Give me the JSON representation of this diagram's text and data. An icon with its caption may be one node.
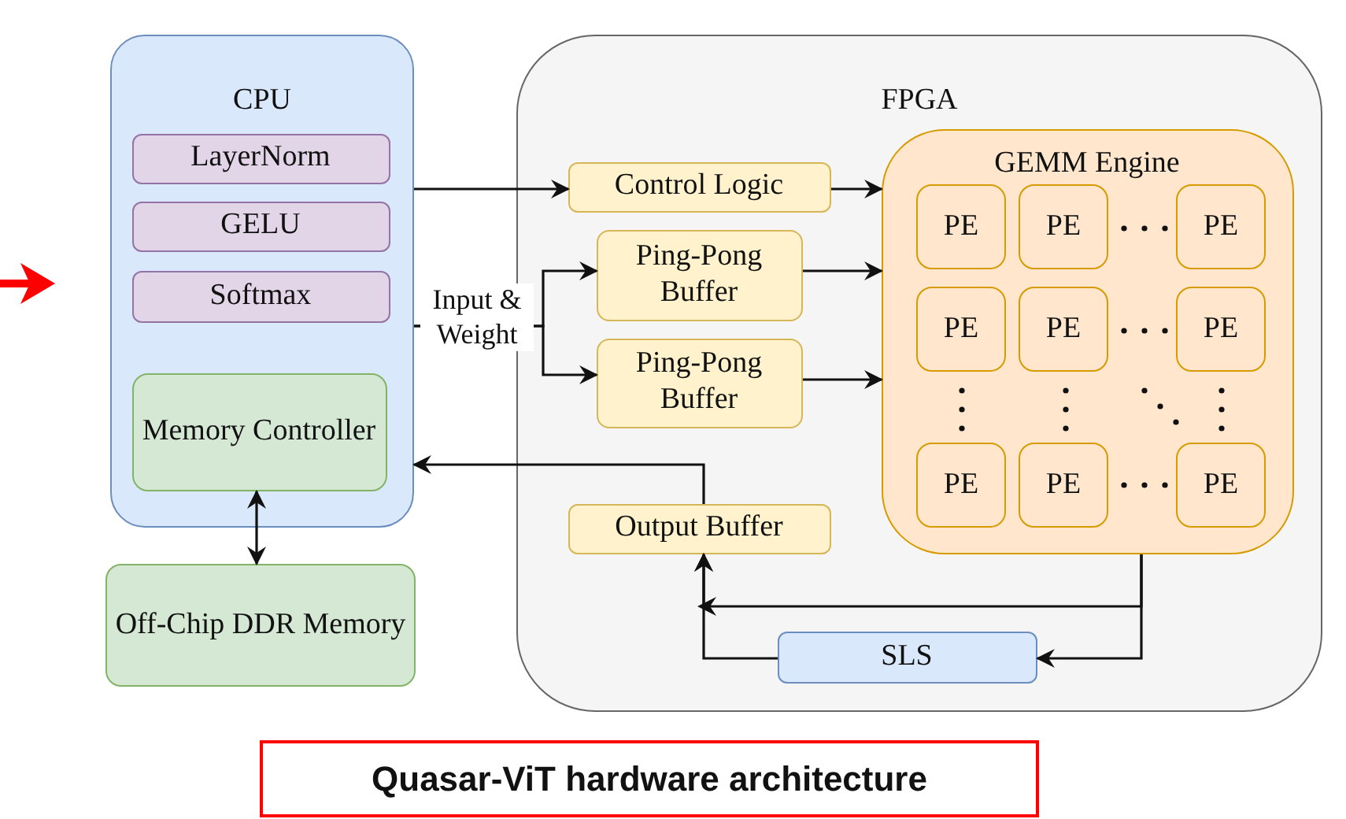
{
  "diagram": {
    "caption": "Quasar-ViT hardware architecture",
    "nodes": [
      {
        "text": [
          "CPU"
        ]
      },
      {
        "text": [
          "LayerNorm"
        ],
        "in": 0
      },
      {
        "text": [
          "GELU"
        ],
        "in": 0
      },
      {
        "text": [
          "Softmax"
        ],
        "in": 0
      },
      {
        "text": [
          "Memory Controller"
        ],
        "in": 0
      },
      {
        "text": [
          "Off-Chip DDR Memory"
        ]
      },
      {
        "text": [
          "FPGA"
        ]
      },
      {
        "text": [
          "Control Logic"
        ],
        "in": 6
      },
      {
        "text": [
          "Ping-Pong Buffer"
        ],
        "in": 6
      },
      {
        "text": [
          "Ping-Pong Buffer"
        ],
        "in": 6
      },
      {
        "text": [
          "GEMM Engine"
        ],
        "in": 6
      },
      {
        "text": [
          "PE"
        ],
        "in": 10
      },
      {
        "text": [
          "PE"
        ],
        "in": 10
      },
      {
        "text": [
          "PE"
        ],
        "in": 10
      },
      {
        "text": [
          "PE"
        ],
        "in": 10
      },
      {
        "text": [
          "PE"
        ],
        "in": 10
      },
      {
        "text": [
          "PE"
        ],
        "in": 10
      },
      {
        "text": [
          "PE"
        ],
        "in": 10
      },
      {
        "text": [
          "PE"
        ],
        "in": 10
      },
      {
        "text": [
          "PE"
        ],
        "in": 10
      },
      {
        "text": [
          "Output Buffer"
        ],
        "in": 6
      },
      {
        "text": [
          "SLS"
        ],
        "in": 6
      }
    ],
    "edges": [
      {
        "from": 0,
        "to": 7,
        "arrow": "to"
      },
      {
        "from": 0,
        "to": 8,
        "arrow": "to",
        "label": "Input & Weight"
      },
      {
        "from": 0,
        "to": 9,
        "arrow": "to"
      },
      {
        "from": 7,
        "to": 10,
        "arrow": "to"
      },
      {
        "from": 8,
        "to": 10,
        "arrow": "to"
      },
      {
        "from": 9,
        "to": 10,
        "arrow": "to"
      },
      {
        "from": 20,
        "to": 0,
        "arrow": "to"
      },
      {
        "from": 10,
        "to": 20,
        "arrow": "to"
      },
      {
        "from": 10,
        "to": 21,
        "arrow": "to"
      },
      {
        "from": 21,
        "to": 20,
        "arrow": "to"
      },
      {
        "from": 4,
        "to": 5,
        "arrow": "both"
      }
    ]
  }
}
